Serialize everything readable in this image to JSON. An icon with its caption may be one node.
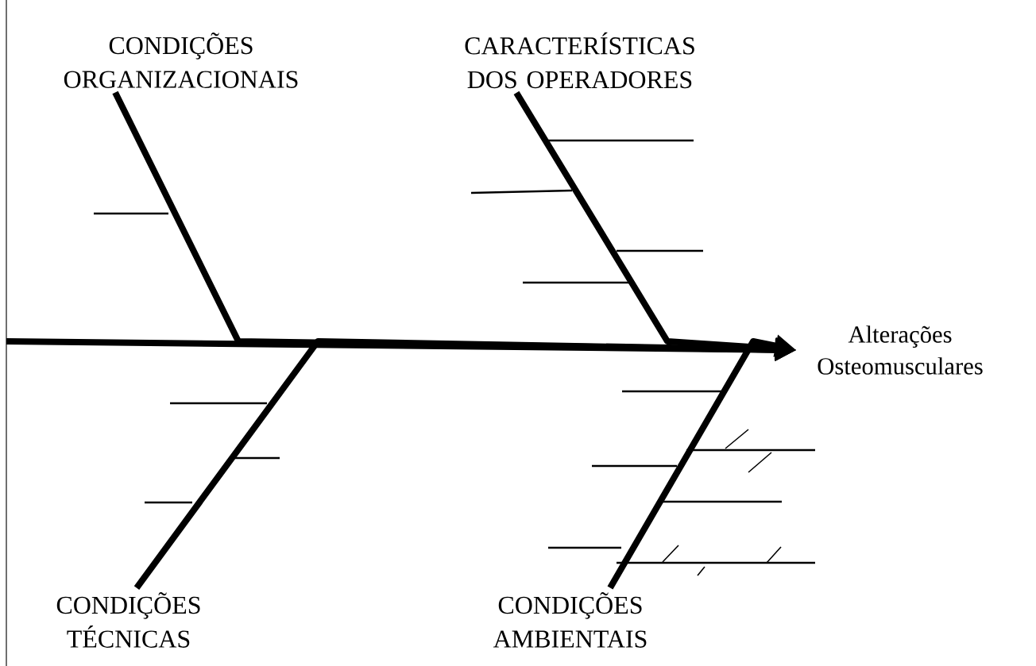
{
  "diagram": {
    "nodes": [
      {
        "text": [
          "CONDIÇÕES ORGANIZACIONAIS"
        ]
      },
      {
        "text": [
          "CARACTERÍSTICAS DOS OPERADORES"
        ]
      },
      {
        "text": [
          "Alterações Osteomusculares"
        ]
      },
      {
        "text": [
          "CONDIÇÕES TÉCNICAS"
        ]
      },
      {
        "text": [
          "CONDIÇÕES AMBIENTAIS"
        ]
      }
    ],
    "edges": [
      {
        "from": null,
        "to": 2,
        "arrow": "to"
      },
      {
        "from": 0,
        "to": 2,
        "arrow": "to"
      },
      {
        "from": 1,
        "to": 2,
        "arrow": "to"
      },
      {
        "from": 3,
        "to": 2,
        "arrow": "to"
      },
      {
        "from": 4,
        "to": 2,
        "arrow": "to"
      }
    ]
  }
}
